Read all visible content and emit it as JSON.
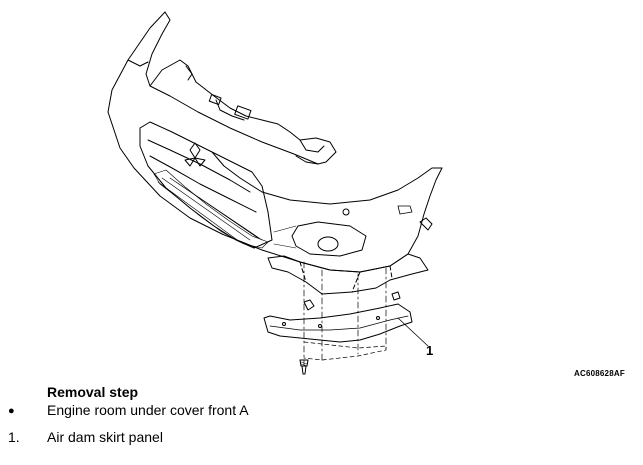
{
  "figure": {
    "code": "AC608628AF",
    "callout_label": "1"
  },
  "removal": {
    "title": "Removal step",
    "steps": [
      {
        "marker": "●",
        "text": "Engine room under cover front A"
      },
      {
        "marker": "1.",
        "text": "Air dam skirt panel"
      }
    ]
  }
}
